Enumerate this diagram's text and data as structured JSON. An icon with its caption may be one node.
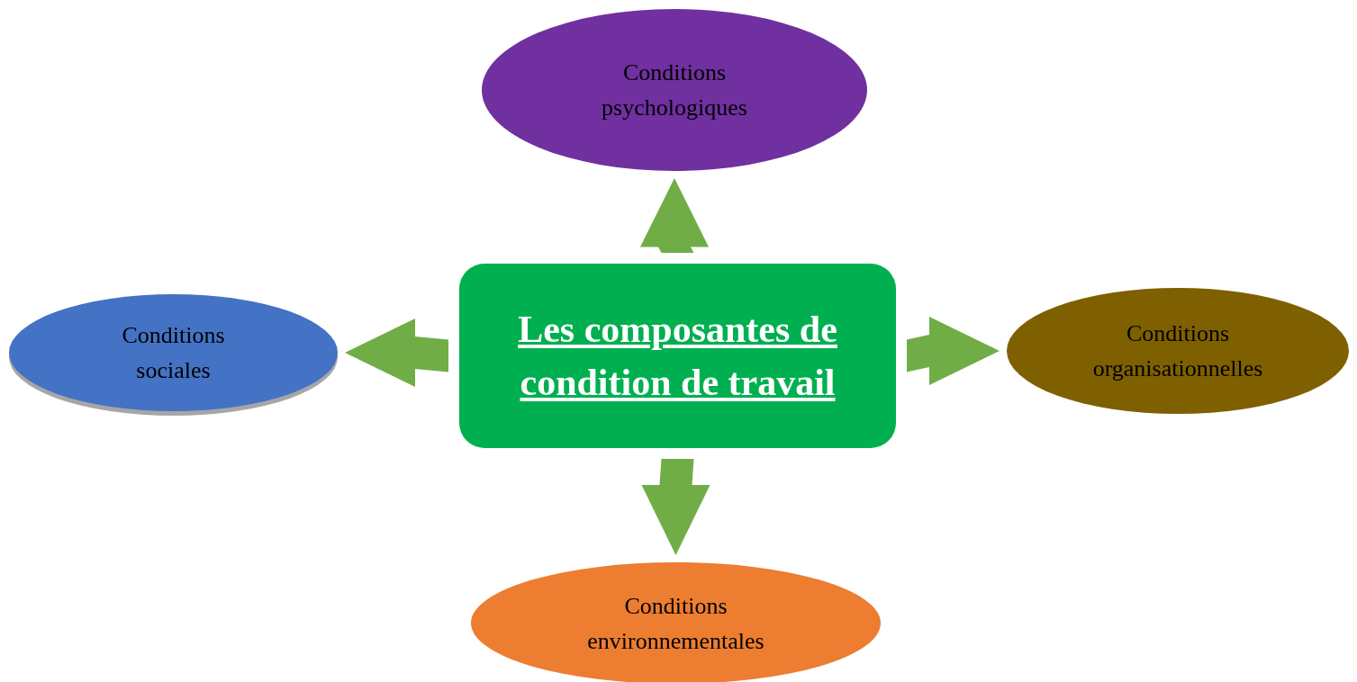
{
  "diagram": {
    "nodes": [
      {
        "text": [
          "Les composantes de condition de travail"
        ]
      },
      {
        "text": [
          "Conditions psychologiques"
        ]
      },
      {
        "text": [
          "Conditions sociales"
        ]
      },
      {
        "text": [
          "Conditions organisationnelles"
        ]
      },
      {
        "text": [
          "Conditions environnementales"
        ]
      }
    ],
    "edges": [
      {
        "from": 0,
        "to": 1,
        "arrow": "to",
        "style": "thick"
      },
      {
        "from": 0,
        "to": 2,
        "arrow": "to",
        "style": "thick"
      },
      {
        "from": 0,
        "to": 3,
        "arrow": "to",
        "style": "thick"
      },
      {
        "from": 0,
        "to": 4,
        "arrow": "to",
        "style": "thick"
      }
    ]
  }
}
